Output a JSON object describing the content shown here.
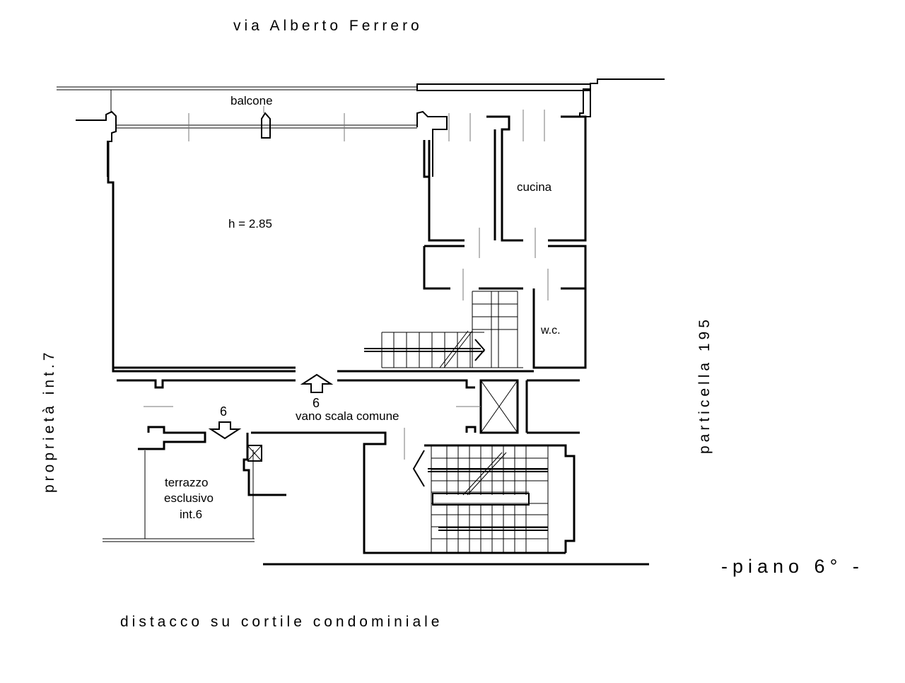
{
  "labels": {
    "street_top": "via Alberto Ferrero",
    "balcony": "balcone",
    "kitchen": "cucina",
    "height": "h = 2.85",
    "wc": "w.c.",
    "stair_number_1": "6",
    "stair_number_2": "6",
    "common_stairwell": "vano scala comune",
    "terrace_line1": "terrazzo",
    "terrace_line2": "esclusivo",
    "terrace_line3": "int.6",
    "property_left": "proprietà int.7",
    "parcel_right": "particella 195",
    "floor": "-piano 6° -",
    "courtyard_bottom": "distacco su cortile condominiale"
  },
  "colors": {
    "line": "#000000",
    "background": "#ffffff",
    "hatch": "#777777"
  }
}
